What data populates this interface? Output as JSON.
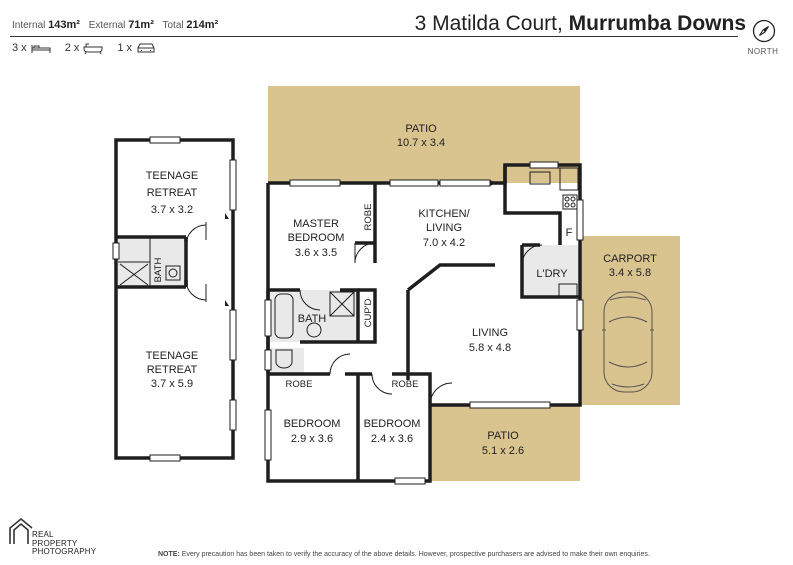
{
  "header": {
    "internal_label": "Internal",
    "internal_value": "143m²",
    "external_label": "External",
    "external_value": "71m²",
    "total_label": "Total",
    "total_value": "214m²",
    "address_street": "3 Matilda Court, ",
    "address_suburb": "Murrumba Downs",
    "north_label": "NORTH"
  },
  "features": [
    {
      "count": "3 x",
      "icon": "bed-icon"
    },
    {
      "count": "2 x",
      "icon": "bath-icon"
    },
    {
      "count": "1 x",
      "icon": "car-icon"
    }
  ],
  "rooms": {
    "patio_top": {
      "name": "PATIO",
      "dims": "10.7 x 3.4"
    },
    "teen_retreat_1": {
      "name1": "TEENAGE",
      "name2": "RETREAT",
      "dims": "3.7 x 3.2"
    },
    "teen_retreat_2": {
      "name1": "TEENAGE",
      "name2": "RETREAT",
      "dims": "3.7 x 5.9"
    },
    "bath_retreat": {
      "name": "BATH"
    },
    "master": {
      "name1": "MASTER",
      "name2": "BEDROOM",
      "dims": "3.6 x 3.5"
    },
    "robe_master": {
      "name": "ROBE"
    },
    "kitchen": {
      "name1": "KITCHEN/",
      "name2": "LIVING",
      "dims": "7.0 x 4.2"
    },
    "fridge": {
      "name": "F"
    },
    "carport": {
      "name": "CARPORT",
      "dims": "3.4 x 5.8"
    },
    "laundry": {
      "name": "L'DRY"
    },
    "bath_main": {
      "name": "BATH"
    },
    "cupd": {
      "name": "CUP'D"
    },
    "living": {
      "name": "LIVING",
      "dims": "5.8 x 4.8"
    },
    "robe_bed2": {
      "name": "ROBE"
    },
    "robe_bed3": {
      "name": "ROBE"
    },
    "bedroom2": {
      "name": "BEDROOM",
      "dims": "2.9 x 3.6"
    },
    "bedroom3": {
      "name": "BEDROOM",
      "dims": "2.4 x 3.6"
    },
    "patio_bottom": {
      "name": "PATIO",
      "dims": "5.1 x 2.6"
    }
  },
  "footer": {
    "logo_line1": "REAL",
    "logo_line2": "PROPERTY",
    "logo_line3": "PHOTOGRAPHY",
    "note_label": "NOTE:",
    "note_text": " Every precaution has been taken to verify the accuracy of the above details. However, prospective purchasers are advised to make their own enquiries."
  },
  "colors": {
    "outdoor": "#d9c38f",
    "wall": "#1e1e1e",
    "tile": "#bdbdbd"
  }
}
